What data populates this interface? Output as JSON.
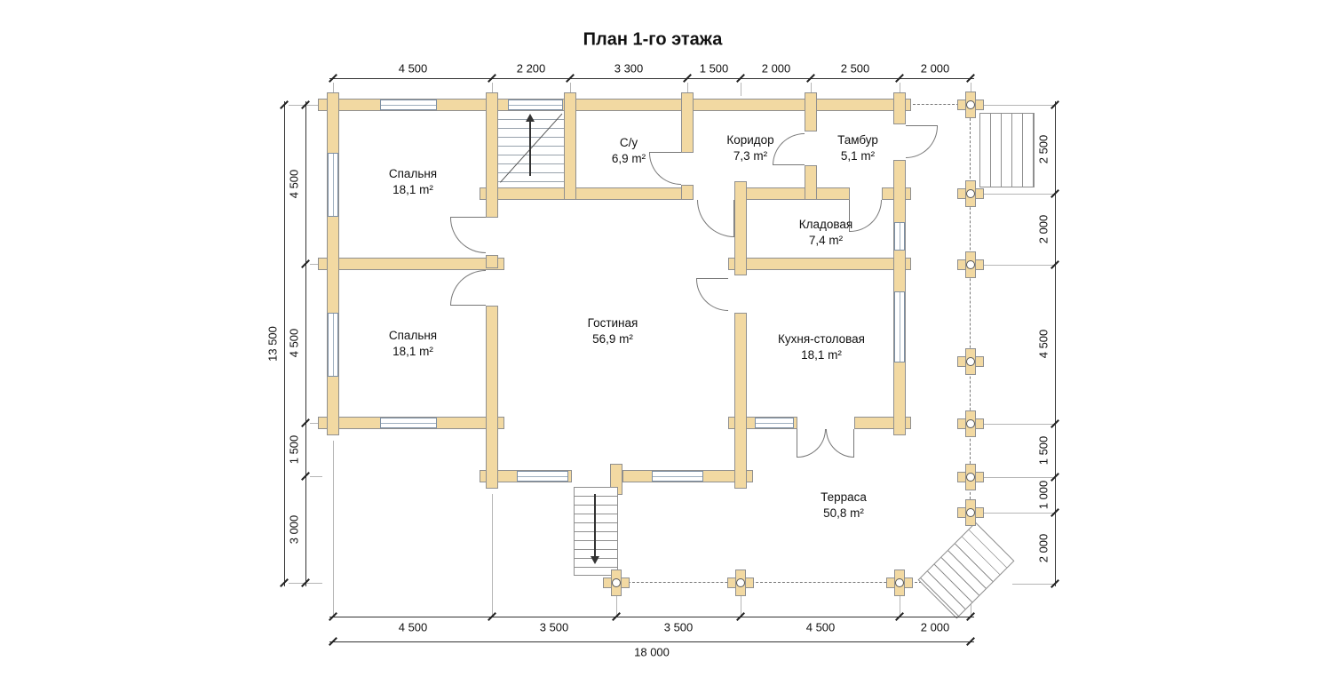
{
  "title": "План 1-го этажа",
  "rooms": [
    {
      "name": "Спальня",
      "area": "18,1 m²"
    },
    {
      "name": "С/у",
      "area": "6,9 m²"
    },
    {
      "name": "Коридор",
      "area": "7,3 m²"
    },
    {
      "name": "Тамбур",
      "area": "5,1 m²"
    },
    {
      "name": "Кладовая",
      "area": "7,4 m²"
    },
    {
      "name": "Спальня",
      "area": "18,1 m²"
    },
    {
      "name": "Гостиная",
      "area": "56,9 m²"
    },
    {
      "name": "Кухня-столовая",
      "area": "18,1 m²"
    },
    {
      "name": "Терраса",
      "area": "50,8 m²"
    }
  ],
  "dimensions": {
    "top": [
      "4 500",
      "2 200",
      "3 300",
      "1 500",
      "2 000",
      "2 500",
      "2 000"
    ],
    "left": [
      "4 500",
      "4 500",
      "1 500",
      "3 000"
    ],
    "left_total": "13 500",
    "right": [
      "2 500",
      "2 000",
      "4 500",
      "1 500",
      "1 000",
      "2 000"
    ],
    "bottom": [
      "4 500",
      "3 500",
      "3 500",
      "4 500",
      "2 000"
    ],
    "bottom_total": "18 000"
  },
  "colors": {
    "wall_fill": "#F2D9A2",
    "wall_edge": "#8F8F8F",
    "window_line": "#7D8FA3"
  }
}
